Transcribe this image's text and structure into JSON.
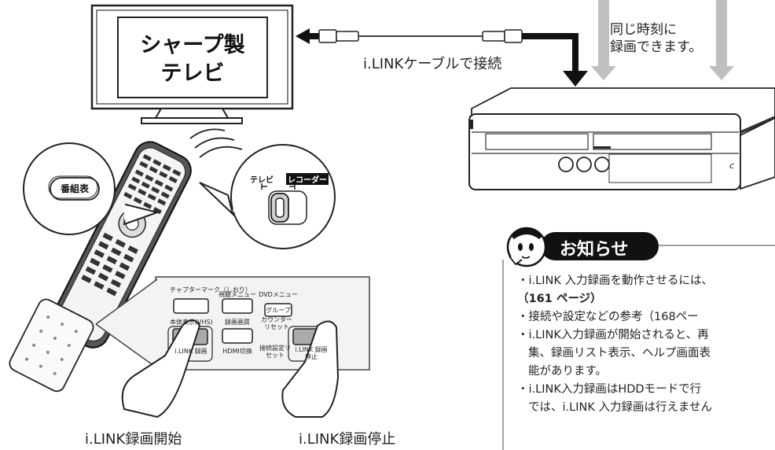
{
  "tv": {
    "line1": "シャープ製",
    "line2": "テレビ"
  },
  "cable_label": "i.LINKケーブルで接続",
  "simultaneous": {
    "line1": "同じ時刻に",
    "line2": "録画できます。"
  },
  "remote_callout": "番組表",
  "switch": {
    "tv": "テレビ",
    "recorder": "レコーダー"
  },
  "panel_buttons": {
    "chapter_mark": "チャプターマーク（しおり）",
    "viewing_menu": "視聴メニュー",
    "dvd_menu": "DVDメニュー",
    "group": "グループ",
    "body_display": "本体表示(VHS)",
    "rec_quality": "録画画質",
    "counter_reset": "カウンターリセット",
    "ilink_rec": "i.LINK 録画",
    "hdmi": "HDMI切換",
    "conn_reset": "接続設定リセット",
    "ilink_stop": "i.LINK 録画停止"
  },
  "bottom": {
    "start": "i.LINK録画開始",
    "stop": "i.LINK録画停止"
  },
  "notice": {
    "title": "お知らせ",
    "lines": [
      "・i.LINK 入力録画を動作させるには、",
      "（161 ページ）",
      "・接続や設定などの参考（168ペー",
      "・i.LINK入力録画が開始されると、再",
      "集、録画リスト表示、ヘルプ画面表",
      "能があります。",
      "・i.LINK入力録画はHDDモードで行",
      "では、i.LINK 入力録画は行えません"
    ]
  }
}
